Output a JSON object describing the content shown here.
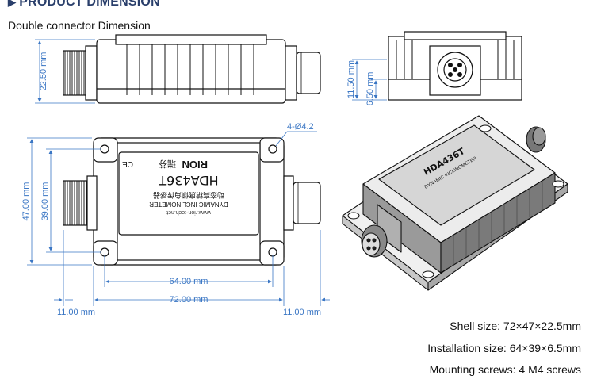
{
  "header": {
    "title": "PRODUCT DIMENSION"
  },
  "subtitle": "Double connector Dimension",
  "dimensions": {
    "side_height": "22.50 mm",
    "end_total_height": "11.50 mm",
    "end_base_height": "6.50 mm",
    "hole_spec": "4-Ø4.2",
    "body_height": "47.00 mm",
    "hole_pitch_v": "39.00 mm",
    "hole_pitch_h": "64.00 mm",
    "body_width": "72.00 mm",
    "left_connector": "11.00 mm",
    "right_connector": "11.00 mm"
  },
  "label": {
    "model": "HDA436T",
    "line1": "动态高精度倾角传感器",
    "line2": "DYNAMIC INCLINOMETER",
    "url": "www.rion-tech.net",
    "brand": "RION",
    "brand_cn": "瑞芬",
    "ce": "CE"
  },
  "specs": [
    "Shell size: 72×47×22.5mm",
    "Installation size: 64×39×6.5mm",
    "Mounting screws: 4 M4 screws"
  ],
  "colors": {
    "dimension": "#3a76c4",
    "header": "#2a3f6b",
    "outline": "#111111"
  }
}
